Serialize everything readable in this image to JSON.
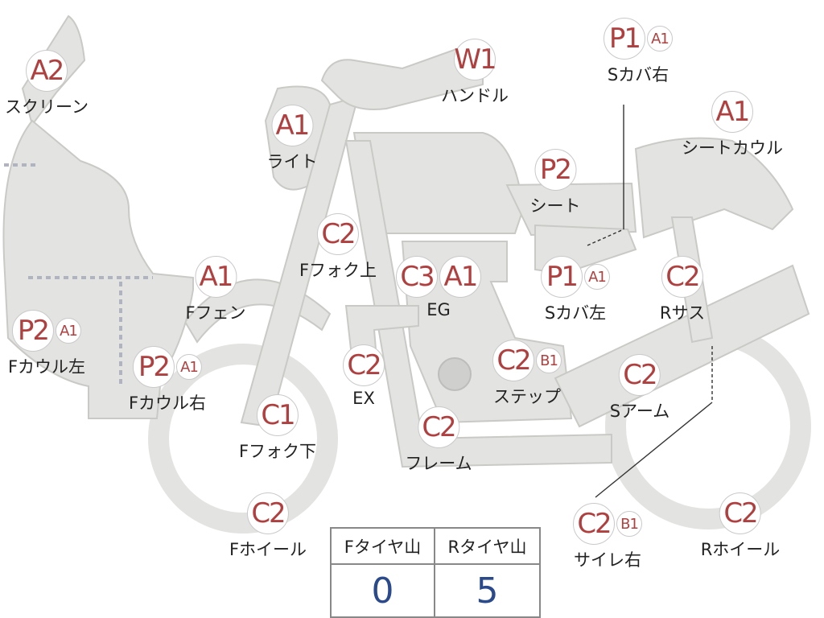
{
  "parts": [
    {
      "id": "screen",
      "badges": [
        {
          "text": "A2",
          "size": "big"
        }
      ],
      "label": "スクリーン"
    },
    {
      "id": "handle",
      "badges": [
        {
          "text": "W1",
          "size": "big"
        }
      ],
      "label": "ハンドル"
    },
    {
      "id": "scover-right",
      "badges": [
        {
          "text": "P1",
          "size": "big"
        },
        {
          "text": "A1",
          "size": "small"
        }
      ],
      "label": "Sカバ右"
    },
    {
      "id": "light",
      "badges": [
        {
          "text": "A1",
          "size": "big"
        }
      ],
      "label": "ライト"
    },
    {
      "id": "seat-cowl",
      "badges": [
        {
          "text": "A1",
          "size": "big"
        }
      ],
      "label": "シートカウル"
    },
    {
      "id": "seat",
      "badges": [
        {
          "text": "P2",
          "size": "big"
        }
      ],
      "label": "シート"
    },
    {
      "id": "ffork-upper",
      "badges": [
        {
          "text": "C2",
          "size": "big"
        }
      ],
      "label": "Fフォク上"
    },
    {
      "id": "ffender",
      "badges": [
        {
          "text": "A1",
          "size": "big"
        }
      ],
      "label": "Fフェン"
    },
    {
      "id": "eg",
      "badges": [
        {
          "text": "C3",
          "size": "big"
        },
        {
          "text": "A1",
          "size": "big"
        }
      ],
      "label": "EG"
    },
    {
      "id": "scover-left",
      "badges": [
        {
          "text": "P1",
          "size": "big"
        },
        {
          "text": "A1",
          "size": "small"
        }
      ],
      "label": "Sカバ左"
    },
    {
      "id": "rsus",
      "badges": [
        {
          "text": "C2",
          "size": "big"
        }
      ],
      "label": "Rサス"
    },
    {
      "id": "fcowl-left",
      "badges": [
        {
          "text": "P2",
          "size": "big"
        },
        {
          "text": "A1",
          "size": "small"
        }
      ],
      "label": "Fカウル左"
    },
    {
      "id": "fcowl-right",
      "badges": [
        {
          "text": "P2",
          "size": "big"
        },
        {
          "text": "A1",
          "size": "small"
        }
      ],
      "label": "Fカウル右"
    },
    {
      "id": "ex",
      "badges": [
        {
          "text": "C2",
          "size": "big"
        }
      ],
      "label": "EX"
    },
    {
      "id": "step",
      "badges": [
        {
          "text": "C2",
          "size": "big"
        },
        {
          "text": "B1",
          "size": "small"
        }
      ],
      "label": "ステップ"
    },
    {
      "id": "sarm",
      "badges": [
        {
          "text": "C2",
          "size": "big"
        }
      ],
      "label": "Sアーム"
    },
    {
      "id": "ffork-lower",
      "badges": [
        {
          "text": "C1",
          "size": "big"
        }
      ],
      "label": "Fフォク下"
    },
    {
      "id": "frame",
      "badges": [
        {
          "text": "C2",
          "size": "big"
        }
      ],
      "label": "フレーム"
    },
    {
      "id": "fwheel",
      "badges": [
        {
          "text": "C2",
          "size": "big"
        }
      ],
      "label": "Fホイール"
    },
    {
      "id": "silencer-right",
      "badges": [
        {
          "text": "C2",
          "size": "big"
        },
        {
          "text": "B1",
          "size": "small"
        }
      ],
      "label": "サイレ右"
    },
    {
      "id": "rwheel",
      "badges": [
        {
          "text": "C2",
          "size": "big"
        }
      ],
      "label": "Rホイール"
    }
  ],
  "tire_table": {
    "front_header": "Fタイヤ山",
    "rear_header": "Rタイヤ山",
    "front_value": "0",
    "rear_value": "5"
  },
  "colors": {
    "bike_fill": "#e3e3e1",
    "bike_stroke": "#c9c9c6",
    "badge_text": "#b0403f",
    "value_text": "#2b4a8c",
    "divider": "#b0b4c0"
  }
}
